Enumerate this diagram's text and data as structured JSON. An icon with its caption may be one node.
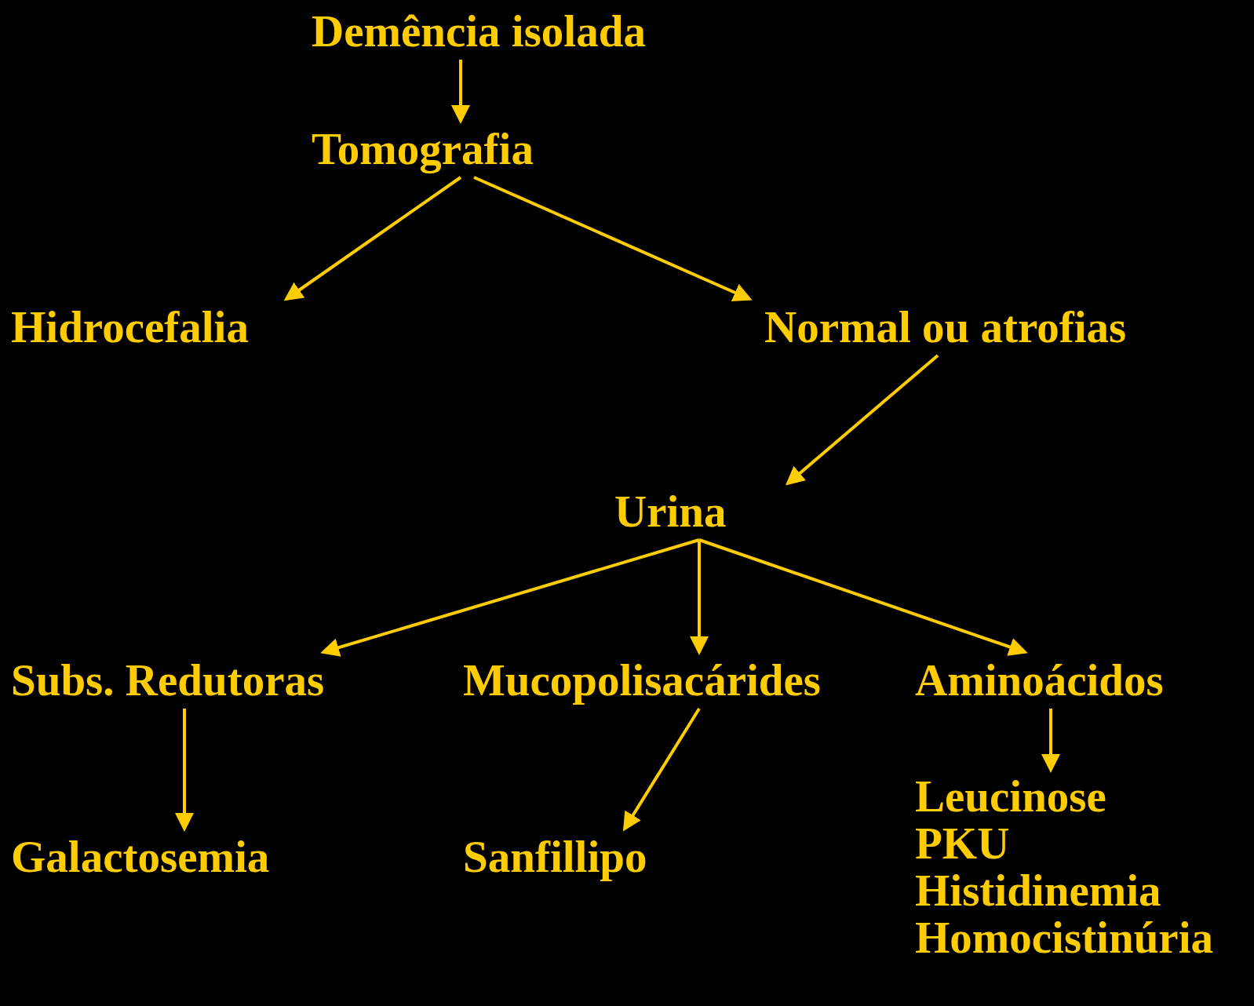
{
  "diagram": {
    "nodes": [
      {
        "text": [
          "Demência isolada"
        ]
      },
      {
        "text": [
          "Tomografia"
        ]
      },
      {
        "text": [
          "Hidrocefalia"
        ]
      },
      {
        "text": [
          "Normal ou atrofias"
        ]
      },
      {
        "text": [
          "Urina"
        ]
      },
      {
        "text": [
          "Subs. Redutoras"
        ]
      },
      {
        "text": [
          "Mucopolisacárides"
        ]
      },
      {
        "text": [
          "Aminoácidos"
        ]
      },
      {
        "text": [
          "Galactosemia"
        ]
      },
      {
        "text": [
          "Sanfillipo"
        ]
      },
      {
        "text": [
          "Leucinose",
          "PKU",
          "Histidinemia",
          "Homocistinúria"
        ]
      }
    ],
    "edges": [
      {
        "from": 0,
        "to": 1,
        "arrow": "to"
      },
      {
        "from": 1,
        "to": 2,
        "arrow": "to"
      },
      {
        "from": 1,
        "to": 3,
        "arrow": "to"
      },
      {
        "from": 3,
        "to": 4,
        "arrow": "to"
      },
      {
        "from": 4,
        "to": 5,
        "arrow": "to"
      },
      {
        "from": 4,
        "to": 6,
        "arrow": "to"
      },
      {
        "from": 4,
        "to": 7,
        "arrow": "to"
      },
      {
        "from": 5,
        "to": 8,
        "arrow": "to"
      },
      {
        "from": 6,
        "to": 9,
        "arrow": "to"
      },
      {
        "from": 7,
        "to": 10,
        "arrow": "to"
      }
    ]
  }
}
